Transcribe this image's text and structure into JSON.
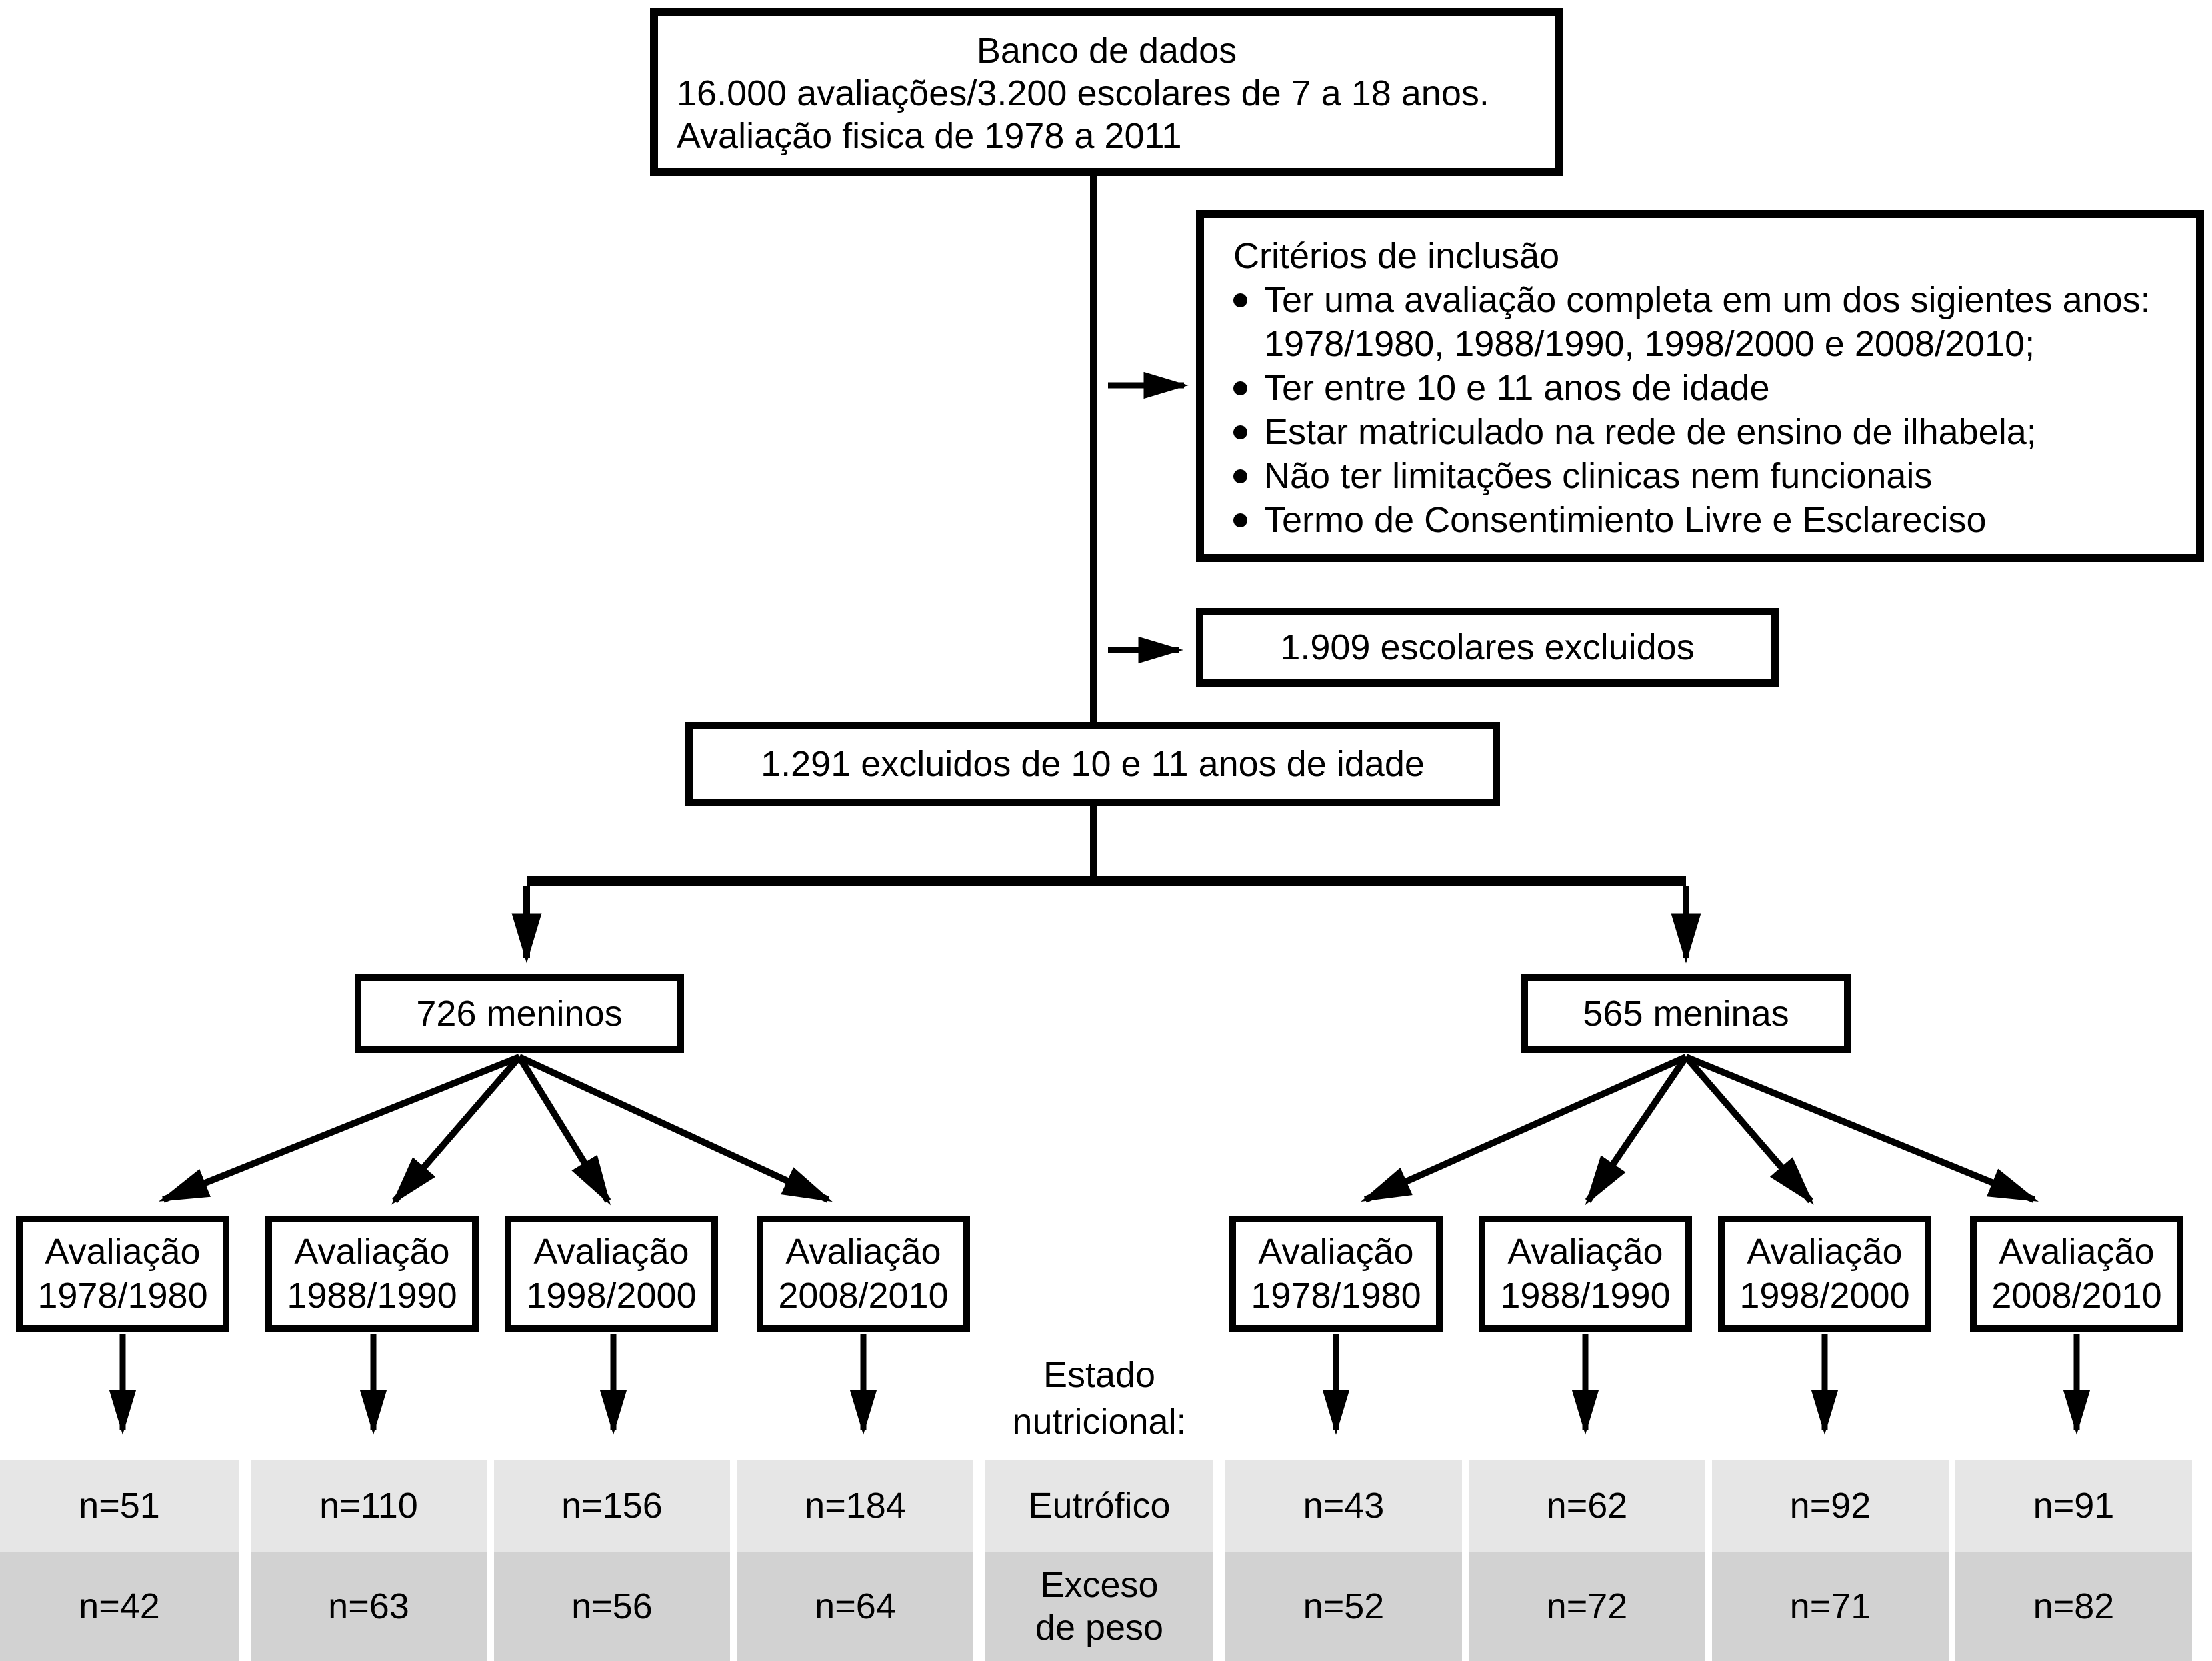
{
  "top_box": {
    "line1": "Banco de dados",
    "line2": "16.000 avaliações/3.200 escolares de 7 a 18 anos.",
    "line3": "Avaliação fisica de 1978 a 2011"
  },
  "criteria": {
    "title": "Critérios de inclusão",
    "bullets": [
      "Ter uma avaliação completa em um dos sigientes anos: 1978/1980, 1988/1990, 1998/2000 e 2008/2010;",
      "Ter entre 10 e 11 anos de idade",
      "Estar matriculado na rede de ensino de ilhabela;",
      "Não ter limitações clinicas nem funcionais",
      "Termo de Consentimiento Livre e Esclareciso"
    ]
  },
  "labels": {
    "excluded": "1.909 escolares excluidos",
    "age_filter": "1.291 excluidos de 10 e 11 anos de idade",
    "boys": "726 meninos",
    "girls": "565 meninas"
  },
  "eval": {
    "word": "Avaliação",
    "years": [
      "1978/1980",
      "1988/1990",
      "1998/2000",
      "2008/2010"
    ]
  },
  "nutrition": {
    "header": "Estado nutricional:",
    "rows": {
      "eutrofico": {
        "label": "Eutrófico",
        "boys": [
          "n=51",
          "n=110",
          "n=156",
          "n=184"
        ],
        "girls": [
          "n=43",
          "n=62",
          "n=92",
          "n=91"
        ]
      },
      "excesso": {
        "label": "Exceso de peso",
        "boys": [
          "n=42",
          "n=63",
          "n=56",
          "n=64"
        ],
        "girls": [
          "n=52",
          "n=72",
          "n=71",
          "n=82"
        ]
      }
    }
  },
  "colors": {
    "row_light": "#e6e6e6",
    "row_dark": "#d2d2d2",
    "line": "#000000",
    "background": "#ffffff"
  }
}
